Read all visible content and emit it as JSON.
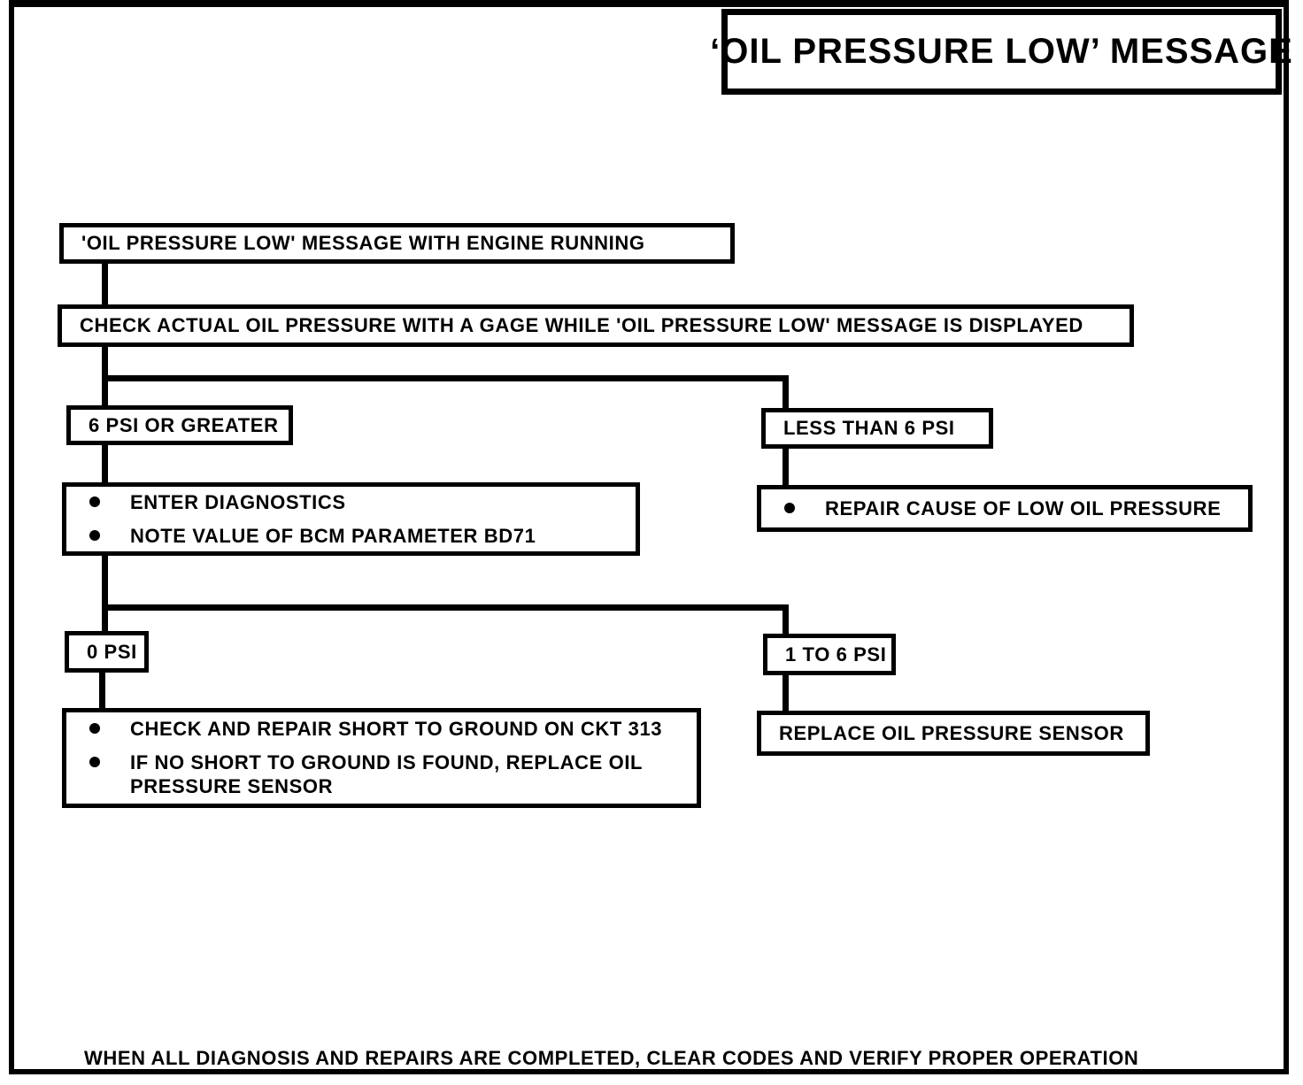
{
  "page": {
    "title": "‘OIL PRESSURE LOW’ MESSAGE",
    "footer_note": "WHEN ALL DIAGNOSIS AND REPAIRS ARE COMPLETED, CLEAR CODES AND VERIFY PROPER OPERATION",
    "colors": {
      "ink": "#000000",
      "paper": "#ffffff"
    }
  },
  "flowchart": {
    "nodes": {
      "start": {
        "text": "'OIL PRESSURE LOW' MESSAGE WITH ENGINE RUNNING"
      },
      "check_gage": {
        "text": "CHECK ACTUAL OIL PRESSURE WITH A GAGE WHILE 'OIL PRESSURE LOW' MESSAGE IS DISPLAYED"
      },
      "six_psi_or_greater": {
        "text": "6 PSI OR GREATER"
      },
      "less_than_six_psi": {
        "text": "LESS THAN 6 PSI"
      },
      "enter_diagnostics": {
        "bullets": [
          "ENTER DIAGNOSTICS",
          "NOTE VALUE OF BCM PARAMETER BD71"
        ]
      },
      "repair_cause": {
        "bullets": [
          "REPAIR CAUSE OF LOW OIL PRESSURE"
        ]
      },
      "zero_psi": {
        "text": "0 PSI"
      },
      "one_to_six_psi": {
        "text": "1 TO 6 PSI"
      },
      "check_ckt_313": {
        "bullets": [
          "CHECK AND REPAIR SHORT TO GROUND ON CKT 313",
          "IF NO SHORT TO GROUND IS FOUND, REPLACE OIL PRESSURE SENSOR"
        ]
      },
      "replace_sensor": {
        "text": "REPLACE OIL PRESSURE SENSOR"
      }
    }
  }
}
